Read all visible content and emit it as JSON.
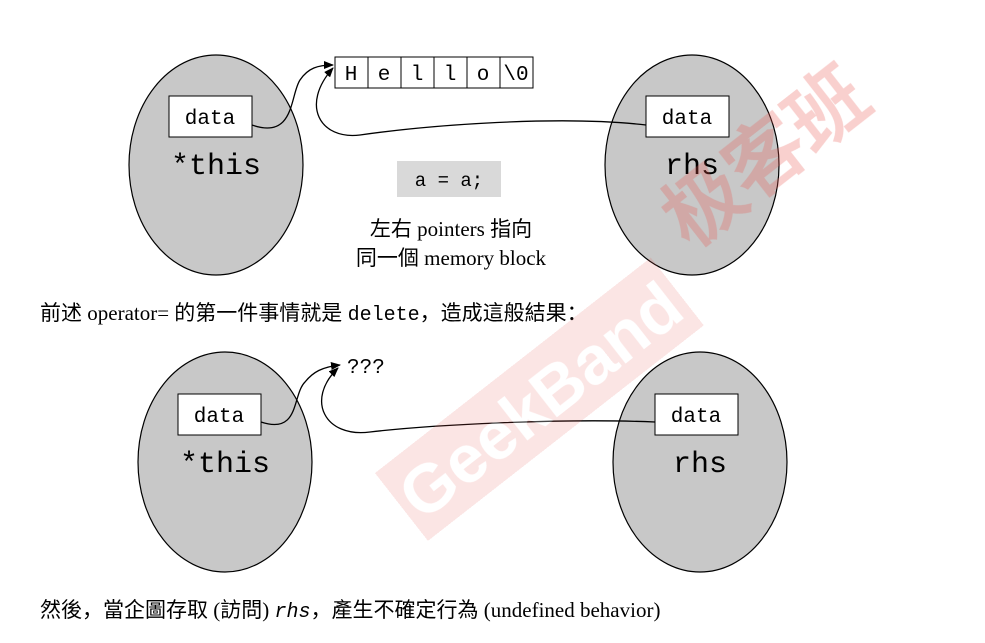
{
  "diagram_top": {
    "string_chars": [
      "H",
      "e",
      "l",
      "l",
      "o",
      "\\0"
    ],
    "left_box_label": "data",
    "left_object_label": "*this",
    "right_box_label": "data",
    "right_object_label": "rhs",
    "code_snippet": "a = a;",
    "caption_line1": "左右 pointers 指向",
    "caption_line2": "同一個 memory block"
  },
  "middle_text": {
    "part1": "前述 operator= 的第一件事情就是 ",
    "code": "delete",
    "part2": "，造成這般結果："
  },
  "diagram_bottom": {
    "unknown_label": "???",
    "left_box_label": "data",
    "left_object_label": "*this",
    "right_box_label": "data",
    "right_object_label": "rhs"
  },
  "bottom_text": {
    "part1": "然後，當企圖存取 (訪問) ",
    "code": "rhs",
    "part2": "，產生不確定行為 (undefined behavior)"
  },
  "watermark": {
    "text_cn": "极客班",
    "text_en": "GeekBand",
    "color": "#e8564f"
  },
  "colors": {
    "circle_fill": "#c8c8c8",
    "code_bg": "#d9d9d9"
  }
}
